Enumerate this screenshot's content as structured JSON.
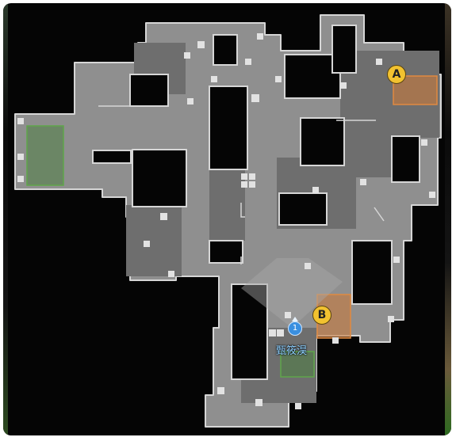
{
  "map": {
    "sites": [
      {
        "id": "A",
        "label": "A"
      },
      {
        "id": "B",
        "label": "B"
      }
    ],
    "player": {
      "number": "1",
      "name": "甄筱淏"
    },
    "colors": {
      "background": "#050505",
      "floor": "#8c8c8c",
      "floor_dark": "#6e6e6e",
      "outline": "#d8d8d8",
      "site_fill": "#c87a3c",
      "spawn_fill": "#4a8a3a",
      "site_label_bg": "#f2c230",
      "player_color": "#3a8fe0",
      "player_name_color": "#8fd0ff"
    }
  }
}
